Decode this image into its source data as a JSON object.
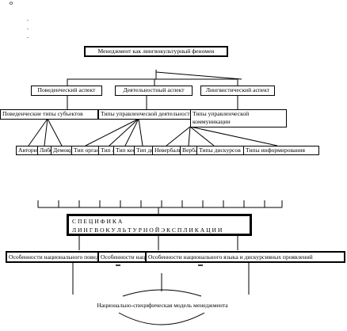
{
  "marks": {
    "circle": "o",
    "dot": "."
  },
  "root": "Менеджмент как лингвокультурный феномен",
  "aspects": [
    "Поведенческий аспект",
    "Деятельностный аспект",
    "Лингвистический аспект"
  ],
  "types": [
    "Поведенческие типы субъектов",
    "Типы управленческой деятельности",
    "Типы управленческой коммуникации"
  ],
  "subtypes": [
    "Авторитарный",
    "Либеральный",
    "Демократический",
    "Тип организатора",
    "Тип лидера",
    "Тип координатора",
    "Тип делегатора",
    "Невербальные",
    "Вербальные",
    "Типы дискурсов",
    "Типы информирования"
  ],
  "specifics": {
    "line1": "С П Е Ц И Ф И К А",
    "line2": "Л И Н Г В О К У Л Ь Т У Р Н О Й Э К С П Л И К А Ц И И"
  },
  "features": [
    "Особенности национального поведения",
    "Особенности национальной деятельности",
    "Особенности национального языка и дискурсивных проявлений"
  ],
  "model": "Национально-специфическая модель менеджмента"
}
